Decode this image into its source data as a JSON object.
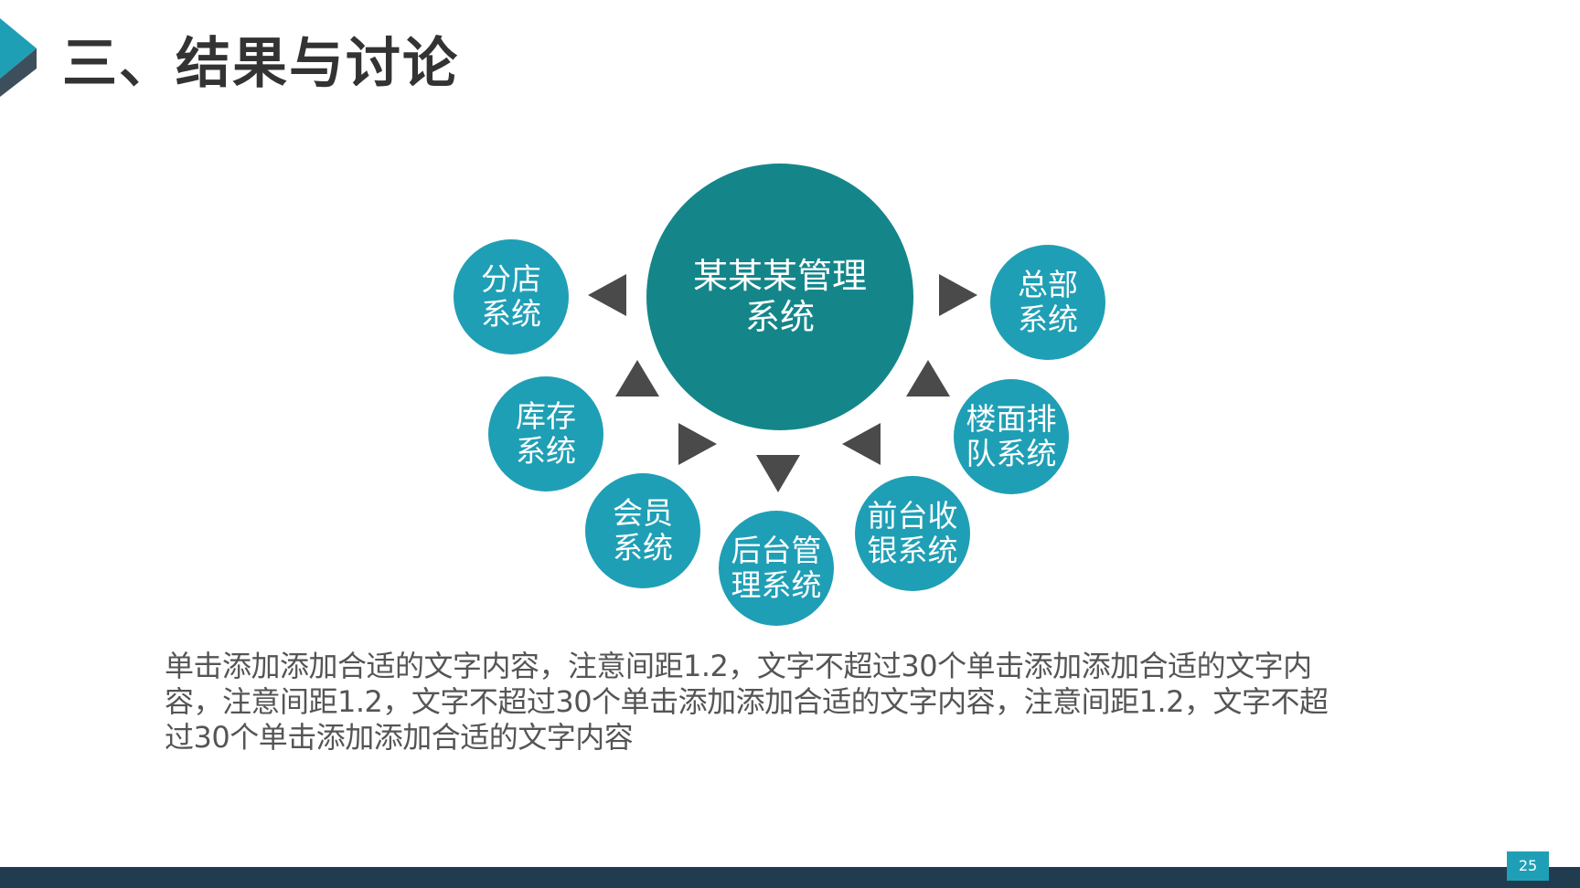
{
  "header": {
    "title": "三、结果与讨论"
  },
  "diagram": {
    "center": "某某某管理\n系统",
    "nodes": [
      {
        "id": "branch",
        "label": "分店\n系统"
      },
      {
        "id": "inventory",
        "label": "库存\n系统"
      },
      {
        "id": "member",
        "label": "会员\n系统"
      },
      {
        "id": "backend",
        "label": "后台管\n理系统"
      },
      {
        "id": "cashier",
        "label": "前台收\n银系统"
      },
      {
        "id": "queue",
        "label": "楼面排\n队系统"
      },
      {
        "id": "hq",
        "label": "总部\n系统"
      }
    ]
  },
  "body": {
    "text": "单击添加添加合适的文字内容，注意间距1.2，文字不超过30个单击添加添加合适的文字内容，注意间距1.2，文字不超过30个单击添加添加合适的文字内容，注意间距1.2，文字不超过30个单击添加添加合适的文字内容"
  },
  "footer": {
    "page_number": "25"
  },
  "colors": {
    "center_circle": "#14868a",
    "node_circle": "#1f9fb5",
    "arrow": "#4a4a4a",
    "footer_bar": "#213c4f",
    "title": "#333333"
  }
}
